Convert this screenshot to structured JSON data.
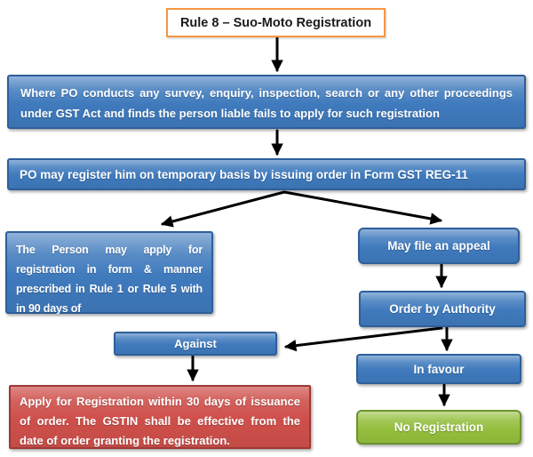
{
  "title": {
    "text": "Rule 8 – Suo-Moto Registration"
  },
  "nodes": {
    "survey": {
      "text": "Where PO conducts any survey, enquiry, inspection, search or any other proceedings under GST Act and finds the person liable fails to apply for such registration"
    },
    "temporary_registration": {
      "text": "PO may register him on temporary basis by issuing order in Form GST REG-11"
    },
    "person_may_apply": {
      "text": "The Person may apply for registration in form & manner prescribed in Rule 1 or Rule 5 with in 90 days of"
    },
    "may_file_appeal": {
      "text": "May file an appeal"
    },
    "order_by_authority": {
      "text": "Order by Authority"
    },
    "against": {
      "text": "Against"
    },
    "apply_within_30_days": {
      "text": "Apply for Registration within 30 days of issuance of order. The GSTIN shall be effective from the date of order granting the registration."
    },
    "in_favour": {
      "text": "In favour"
    },
    "no_registration": {
      "text": "No Registration"
    }
  },
  "edges": [
    {
      "from": "title",
      "to": "survey"
    },
    {
      "from": "survey",
      "to": "temporary_registration"
    },
    {
      "from": "temporary_registration",
      "to": "person_may_apply"
    },
    {
      "from": "temporary_registration",
      "to": "may_file_appeal"
    },
    {
      "from": "may_file_appeal",
      "to": "order_by_authority"
    },
    {
      "from": "order_by_authority",
      "to": "against"
    },
    {
      "from": "order_by_authority",
      "to": "in_favour"
    },
    {
      "from": "against",
      "to": "apply_within_30_days"
    },
    {
      "from": "in_favour",
      "to": "no_registration"
    }
  ],
  "colors": {
    "node-blue": "#3F7ABD",
    "node-blue-border": "#2D5F9B",
    "node-red": "#CE4F4A",
    "node-red-border": "#9C3A36",
    "node-green": "#94BE3C",
    "node-green-border": "#6D9430",
    "title-border": "#F79646",
    "arrow": "#000000"
  }
}
